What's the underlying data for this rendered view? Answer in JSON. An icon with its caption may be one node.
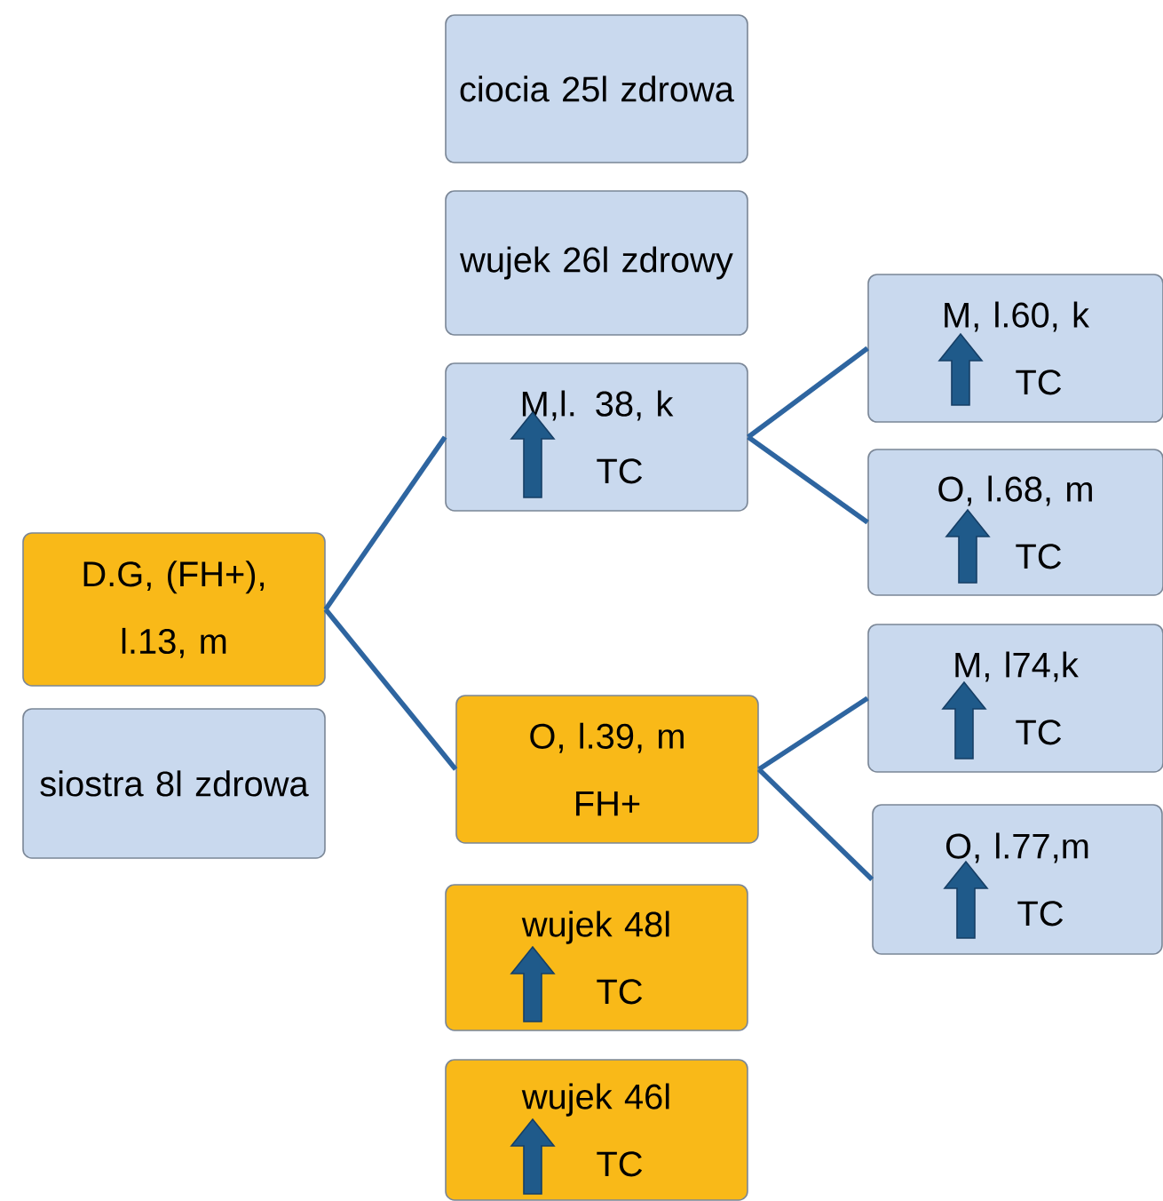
{
  "diagram": {
    "nodes": [
      {
        "text": [
          "ciocia 25l zdrowa"
        ]
      },
      {
        "text": [
          "wujek 26l zdrowy"
        ]
      },
      {
        "text": [
          "M,l. 38, k",
          "TC"
        ]
      },
      {
        "text": [
          "M, l.60, k",
          "TC"
        ]
      },
      {
        "text": [
          "O, l.68, m",
          "TC"
        ]
      },
      {
        "text": [
          "D.G, (FH+), l.13, m"
        ]
      },
      {
        "text": [
          "siostra 8l zdrowa"
        ]
      },
      {
        "text": [
          "M, l74,k",
          "TC"
        ]
      },
      {
        "text": [
          "O, l.39, m",
          "FH+"
        ]
      },
      {
        "text": [
          "O, l.77,m",
          "TC"
        ]
      },
      {
        "text": [
          "wujek 48l",
          "TC"
        ]
      },
      {
        "text": [
          "wujek 46l",
          "TC"
        ]
      }
    ],
    "edges": [
      {
        "from": 5,
        "to": 2,
        "arrow": "none"
      },
      {
        "from": 5,
        "to": 8,
        "arrow": "none"
      },
      {
        "from": 2,
        "to": 3,
        "arrow": "none"
      },
      {
        "from": 2,
        "to": 4,
        "arrow": "none"
      },
      {
        "from": 8,
        "to": 7,
        "arrow": "none"
      },
      {
        "from": 8,
        "to": 9,
        "arrow": "none"
      }
    ]
  }
}
